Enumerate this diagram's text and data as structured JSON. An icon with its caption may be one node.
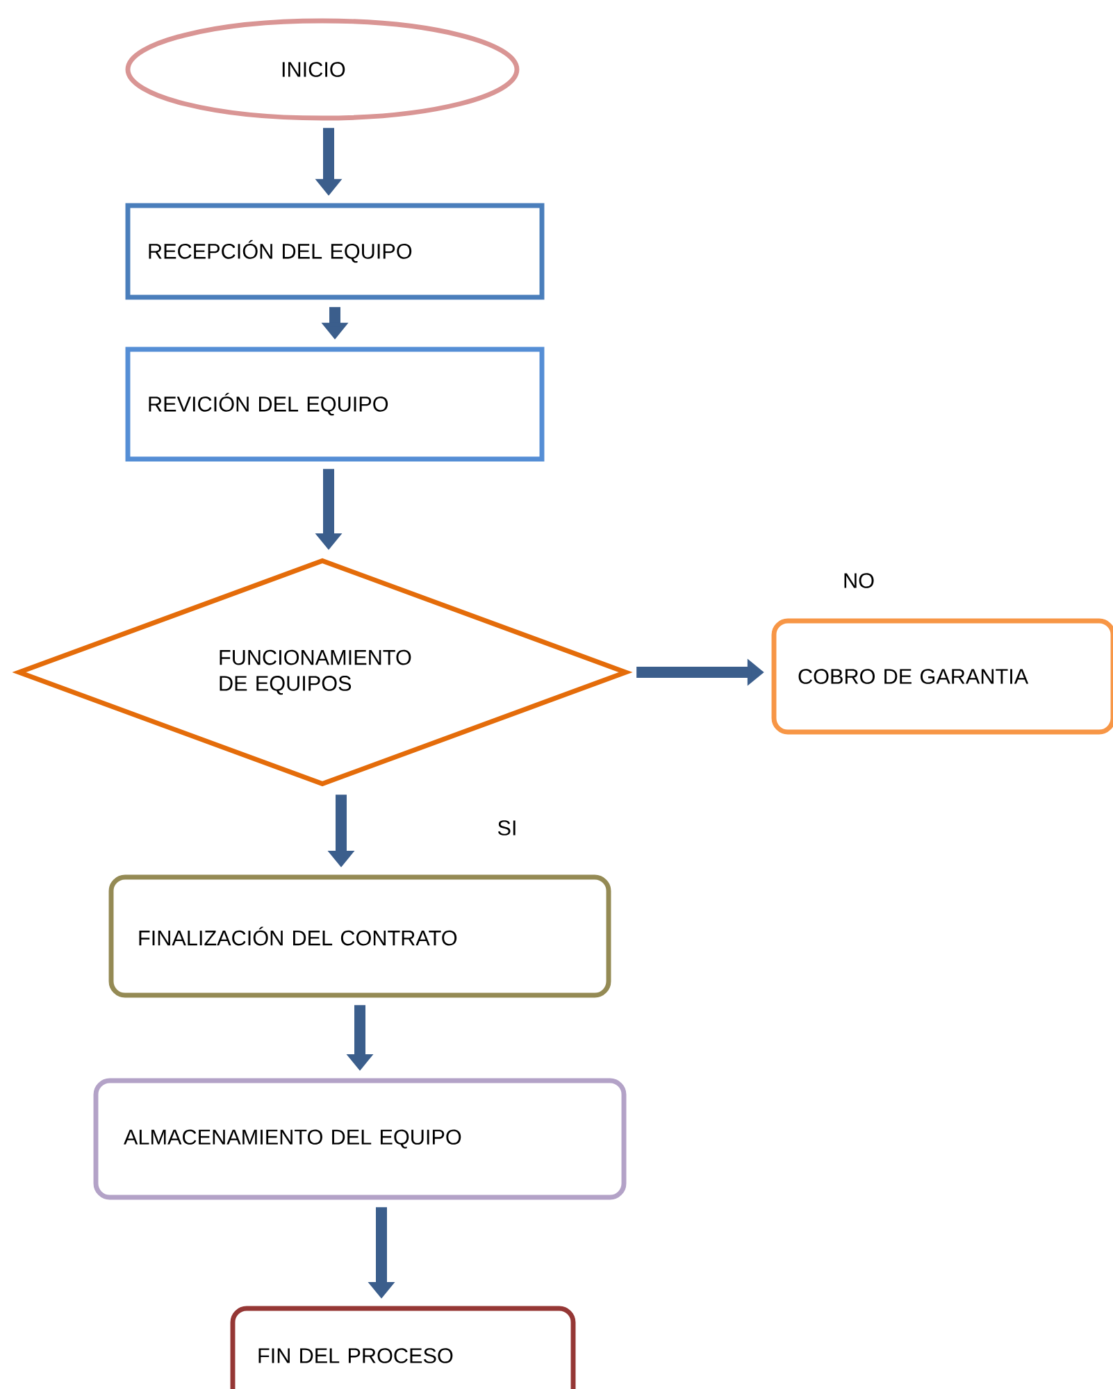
{
  "diagram": {
    "nodes": [
      {
        "text": [
          "INICIO"
        ]
      },
      {
        "text": [
          "RECEPCIÓN DEL EQUIPO"
        ]
      },
      {
        "text": [
          "REVICIÓN DEL EQUIPO"
        ]
      },
      {
        "text": [
          "FUNCIONAMIENTO DE EQUIPOS"
        ]
      },
      {
        "text": [
          "COBRO DE GARANTIA"
        ]
      },
      {
        "text": [
          "FINALIZACIÓN DEL CONTRATO"
        ]
      },
      {
        "text": [
          "ALMACENAMIENTO DEL EQUIPO"
        ]
      },
      {
        "text": [
          "FIN DEL PROCESO"
        ]
      }
    ],
    "edges": [
      {
        "from": 0,
        "to": 1,
        "arrow": "to"
      },
      {
        "from": 1,
        "to": 2,
        "arrow": "to"
      },
      {
        "from": 2,
        "to": 3,
        "arrow": "to"
      },
      {
        "from": 3,
        "to": 4,
        "arrow": "to"
      },
      {
        "from": 3,
        "to": 5,
        "arrow": "to"
      },
      {
        "from": 5,
        "to": 6,
        "arrow": "to"
      },
      {
        "from": 6,
        "to": 7,
        "arrow": "to"
      }
    ],
    "labels": [
      "NO",
      "SI"
    ]
  }
}
